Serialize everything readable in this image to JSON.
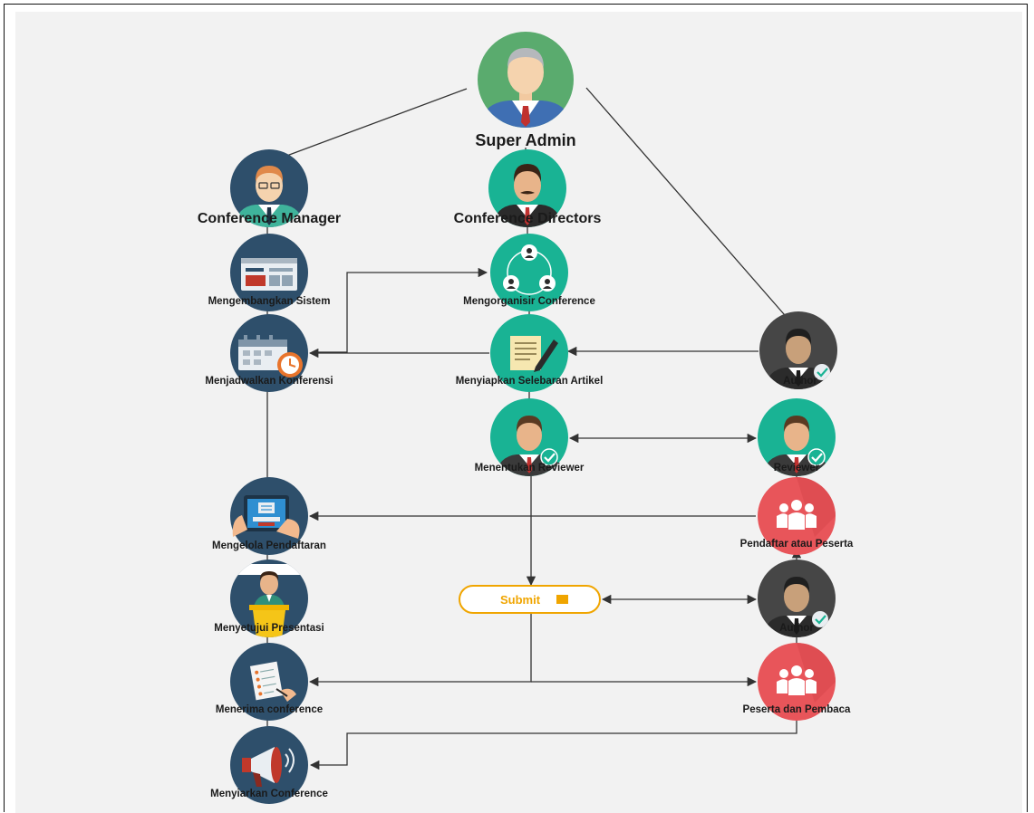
{
  "nodes": {
    "super_admin": "Super Admin",
    "conference_manager": "Conference Manager",
    "conference_directors": "Conference Directors",
    "mengembangkan_sistem": "Mengembangkan Sistem",
    "mengorganisir_conference": "Mengorganisir Conference",
    "menjadwalkan_konferensi": "Menjadwalkan Konferensi",
    "menyiapkan_selebaran_artikel": "Menyiapkan Selebaran Artikel",
    "author_top": "Author",
    "menentukan_reviewer": "Menentukan Reviewer",
    "reviewer": "Reviewer",
    "mengelola_pendaftaran": "Mengelola Pendaftaran",
    "pendaftar_atau_peserta": "Pendaftar atau Peserta",
    "submit": "Submit",
    "author_bottom": "Author",
    "menyetujui_presentasi": "Menyetujui Presentasi",
    "menerima_conference": "Menerima conference",
    "peserta_dan_pembaca": "Peserta dan Pembaca",
    "menyiarkan_conference": "Menyiarkan Conference"
  },
  "colors": {
    "green_admin": "#5aab6e",
    "teal": "#19b394",
    "navy": "#2e4f6b",
    "dark_gray": "#464646",
    "coral": "#e8555a",
    "submit_orange": "#f0a500",
    "arrow": "#333333"
  },
  "icons": {
    "super_admin": "person-icon",
    "conference_manager": "person-icon",
    "conference_directors": "person-icon",
    "mengembangkan_sistem": "browser-window-icon",
    "mengorganisir_conference": "people-network-icon",
    "menjadwalkan_konferensi": "calendar-clock-icon",
    "menyiapkan_selebaran_artikel": "document-pen-icon",
    "author": "person-check-icon",
    "menentukan_reviewer": "person-check-icon",
    "reviewer": "person-check-icon",
    "mengelola_pendaftaran": "tablet-form-icon",
    "pendaftar_atau_peserta": "group-icon",
    "peserta_dan_pembaca": "group-icon",
    "menyetujui_presentasi": "speaker-podium-icon",
    "menerima_conference": "checklist-icon",
    "menyiarkan_conference": "megaphone-icon",
    "submit": "envelope-icon"
  }
}
